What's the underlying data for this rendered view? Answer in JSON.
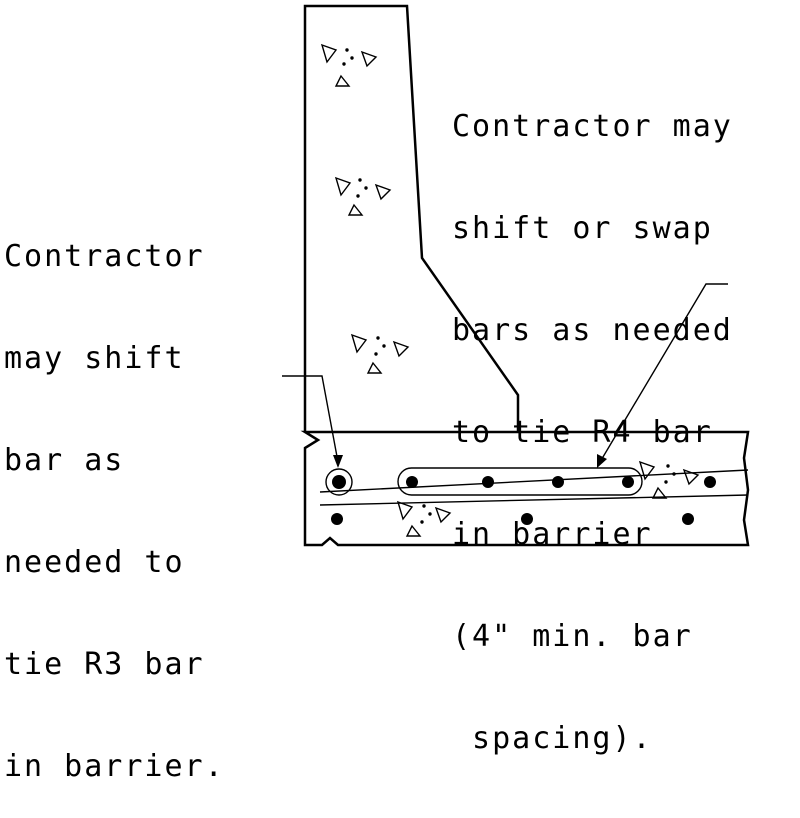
{
  "notes": {
    "left": [
      "Contractor",
      "may shift",
      "bar as",
      "needed to",
      "tie R3 bar",
      "in barrier."
    ],
    "right": [
      "Contractor may",
      "shift or swap",
      "bars as needed",
      "to tie R4 bar",
      "in barrier",
      "(4\" min. bar",
      " spacing)."
    ]
  }
}
